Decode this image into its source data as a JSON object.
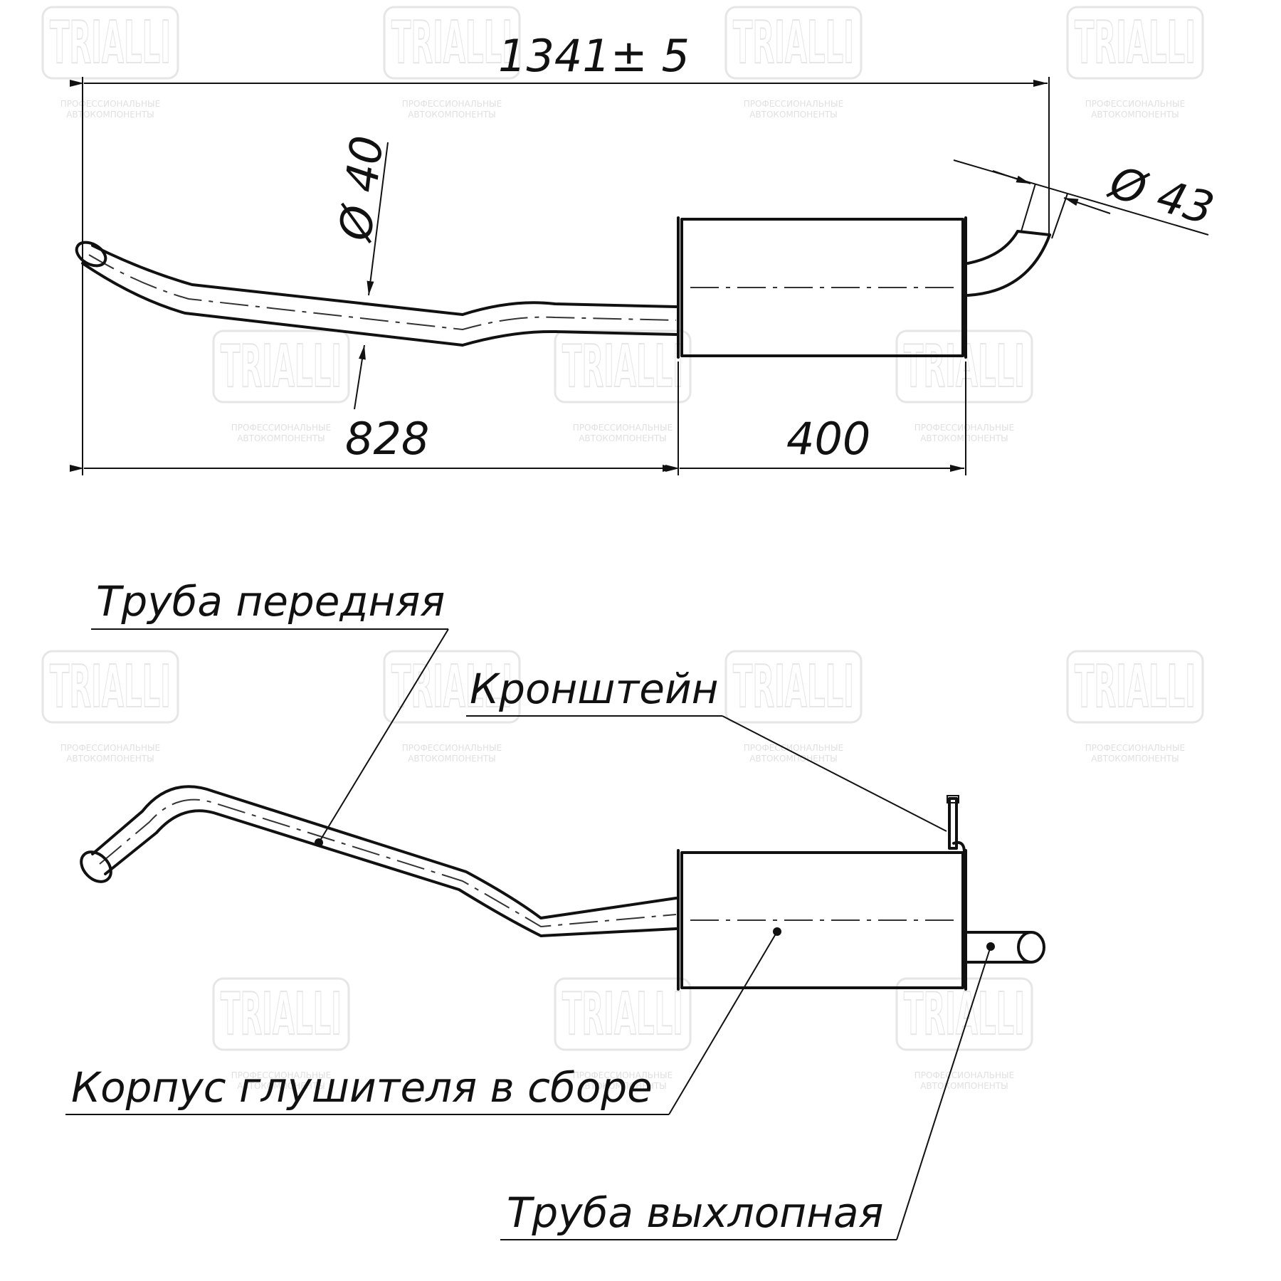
{
  "dimensions": {
    "overall_length": "1341± 5",
    "front_diameter": "Ø 40",
    "tail_diameter": "Ø 43",
    "pipe_length": "828",
    "muffler_length": "400"
  },
  "labels": {
    "front_pipe": "Труба передняя",
    "bracket": "Кронштейн",
    "muffler_body": "Корпус глушителя в сборе",
    "exhaust_pipe": "Труба выхлопная"
  },
  "watermark": {
    "brand": "TRIALLI",
    "tagline_1": "ПРОФЕССИОНАЛЬНЫЕ",
    "tagline_2": "АВТОКОМПОНЕНТЫ"
  },
  "colors": {
    "ink": "#111111",
    "watermark": "#e6e6e6"
  }
}
